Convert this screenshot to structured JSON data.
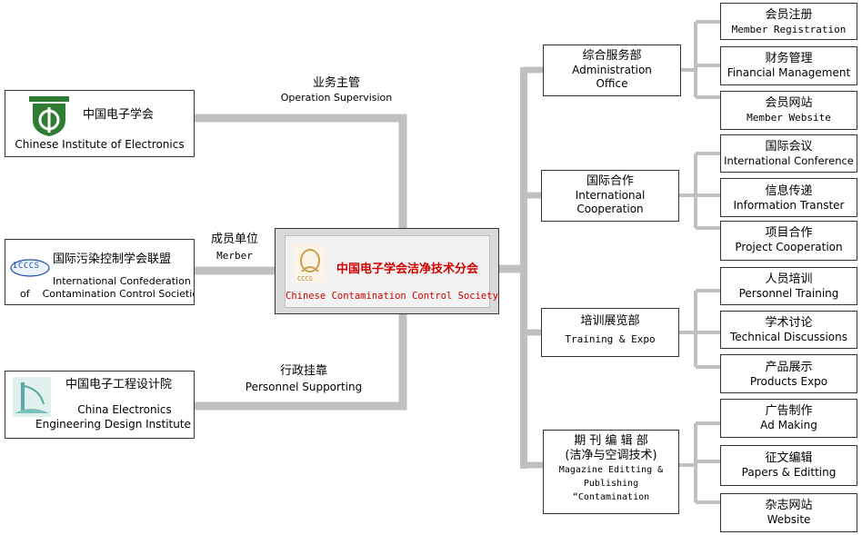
{
  "center": {
    "zh": "中国电子学会洁净技术分会",
    "en": "Chinese Contamination Control Society",
    "logo_text": "CCCS"
  },
  "left": [
    {
      "zh": "中国电子学会",
      "en": "Chinese Institute of Electronics",
      "logo": "cie-logo"
    },
    {
      "zh": "国际污染控制学会联盟",
      "en1": "International Confederation",
      "en2": "of    Contamination Control Societies",
      "logo_text": "ICCCS"
    },
    {
      "zh": "中国电子工程设计院",
      "en1": "China Electronics",
      "en2": "Engineering Design Institute",
      "logo": "cedi-logo"
    }
  ],
  "relations": [
    {
      "zh": "业务主管",
      "en": "Operation Supervision"
    },
    {
      "zh": "成员单位",
      "en": "Merber"
    },
    {
      "zh": "行政挂靠",
      "en": "Personnel Supporting"
    }
  ],
  "departments": [
    {
      "zh": "综合服务部",
      "en1": "Administration",
      "en2": "Office"
    },
    {
      "zh": "国际合作",
      "en1": "International",
      "en2": "Cooperation"
    },
    {
      "zh": "培训展览部",
      "en1": "Training & Expo"
    },
    {
      "zh1": "期 刊 编 辑 部",
      "zh2": "(洁净与空调技术)",
      "en1": "Magazine Editting &",
      "en2": "Publishing",
      "en3": "“Contamination"
    }
  ],
  "subunits": [
    {
      "zh": "会员注册",
      "en": "Member Registration"
    },
    {
      "zh": "财务管理",
      "en": "Financial Management"
    },
    {
      "zh": "会员网站",
      "en": "Member Website"
    },
    {
      "zh": "国际会议",
      "en": "International Conference"
    },
    {
      "zh": "信息传递",
      "en": "Information Transter"
    },
    {
      "zh": "项目合作",
      "en": "Project Cooperation"
    },
    {
      "zh": "人员培训",
      "en": "Personnel Training"
    },
    {
      "zh": "学术讨论",
      "en": "Technical Discussions"
    },
    {
      "zh": "产品展示",
      "en": "Products Expo"
    },
    {
      "zh": "广告制作",
      "en": "Ad Making"
    },
    {
      "zh": "征文编辑",
      "en": "Papers & Editting"
    },
    {
      "zh": "杂志网站",
      "en": "Website"
    }
  ],
  "colors": {
    "connector": "#c0c0c0",
    "center_text": "#d00000",
    "box_border": "#333333"
  }
}
